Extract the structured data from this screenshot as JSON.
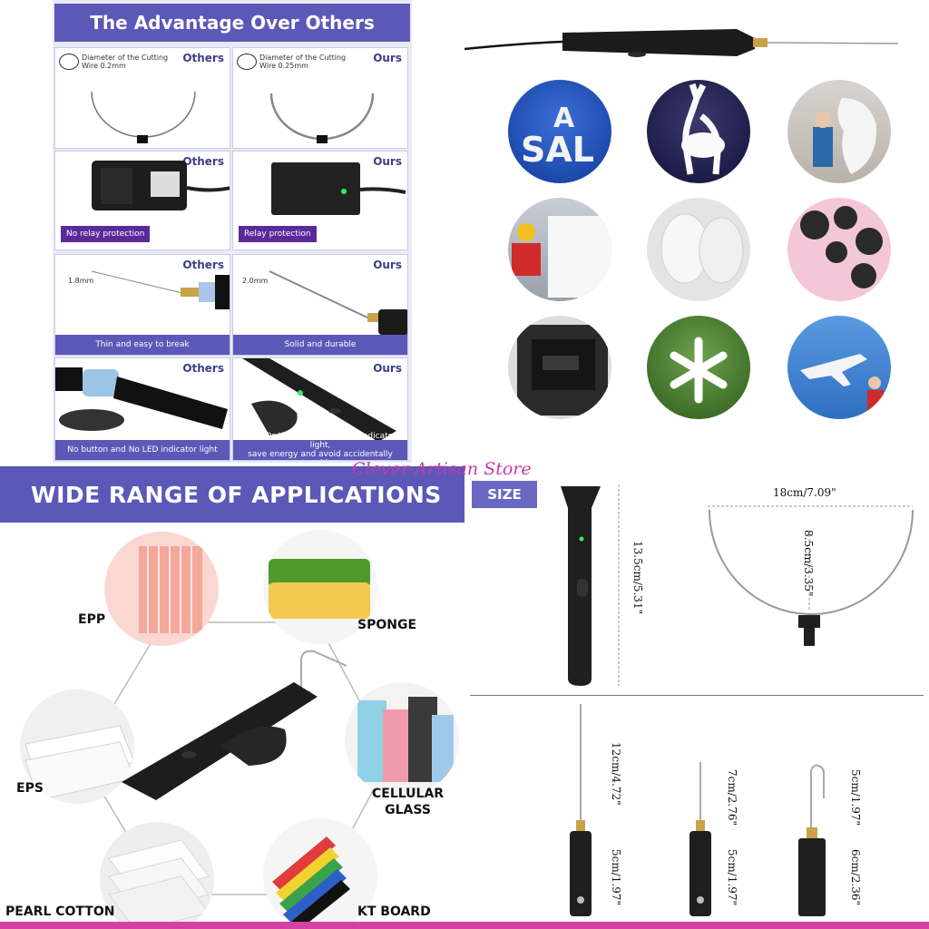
{
  "comparison": {
    "title": "The Advantage Over Others",
    "others_label": "Others",
    "ours_label": "Ours",
    "wire_others_note": [
      "Diameter of the Cutting",
      "Wire 0.2mm"
    ],
    "wire_ours_note": [
      "Diameter of the Cutting",
      "Wire 0.25mm"
    ],
    "no_relay": "No relay protection",
    "relay": "Relay protection",
    "tip_others_mm": "1.8mm",
    "tip_ours_mm": "2.0mm",
    "thin": "Thin and easy to break",
    "solid": "Solid and durable",
    "no_button": "No button and No LED indicator light",
    "with_button": [
      "With On/Off button and LED indicator light,",
      "save energy and avoid accidentally touching"
    ]
  },
  "applications_grid": {
    "items": [
      "sale-letters",
      "deer-sculpture",
      "foam-carving",
      "worker-panel",
      "face-mask",
      "foam-cutouts",
      "foam-insert",
      "snowflake",
      "plane-model"
    ]
  },
  "materials": {
    "banner": "WIDE RANGE OF APPLICATIONS",
    "epp": "EPP",
    "sponge": "SPONGE",
    "eps": "EPS",
    "cellular": [
      "CELLULAR",
      "GLASS"
    ],
    "pearl": "PEARL COTTON",
    "kt": "KT BOARD"
  },
  "size": {
    "tag": "SIZE",
    "handle_length": "13.5cm/5.31\"",
    "loop_width": "18cm/7.09\"",
    "loop_height": "8.5cm/3.35\"",
    "tip1_wire": "12cm/4.72\"",
    "tip1_base": "5cm/1.97\"",
    "tip2_wire": "7cm/2.76\"",
    "tip2_base": "5cm/1.97\"",
    "tip3_wire": "5cm/1.97\"",
    "tip3_base": "6cm/2.36\""
  },
  "watermark": "Clever-Artisan Store",
  "colors": {
    "accent": "#5b58b8",
    "pill": "#5b2a9a",
    "watermark": "#c43aa8",
    "bar": "#d640a4"
  }
}
